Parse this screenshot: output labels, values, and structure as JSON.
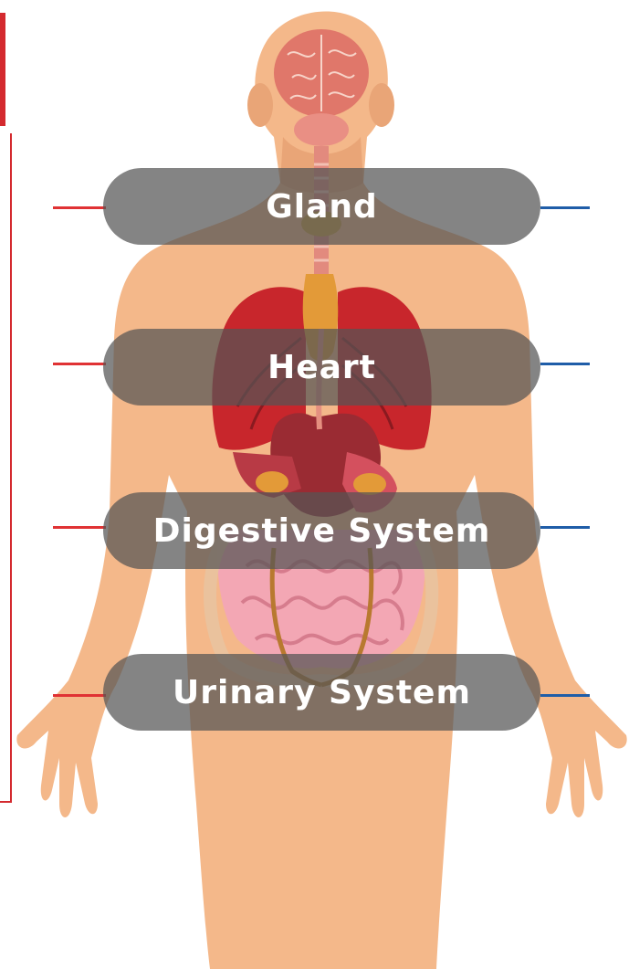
{
  "labels": [
    {
      "id": "gland",
      "text": "Gland"
    },
    {
      "id": "heart",
      "text": "Heart"
    },
    {
      "id": "digestive",
      "text": "Digestive System"
    },
    {
      "id": "urinary",
      "text": "Urinary System"
    }
  ],
  "colors": {
    "skin": "#f4b88a",
    "skin_shadow": "#e9a577",
    "brain": "#e0776a",
    "lungs": "#c8262c",
    "heart": "#9a2b33",
    "intestines": "#f3a7b4",
    "thyroid": "#e39a38",
    "left_connector": "#e03234",
    "right_connector": "#1f5da8",
    "frame": "#d42a2f",
    "pill": "#545454"
  }
}
